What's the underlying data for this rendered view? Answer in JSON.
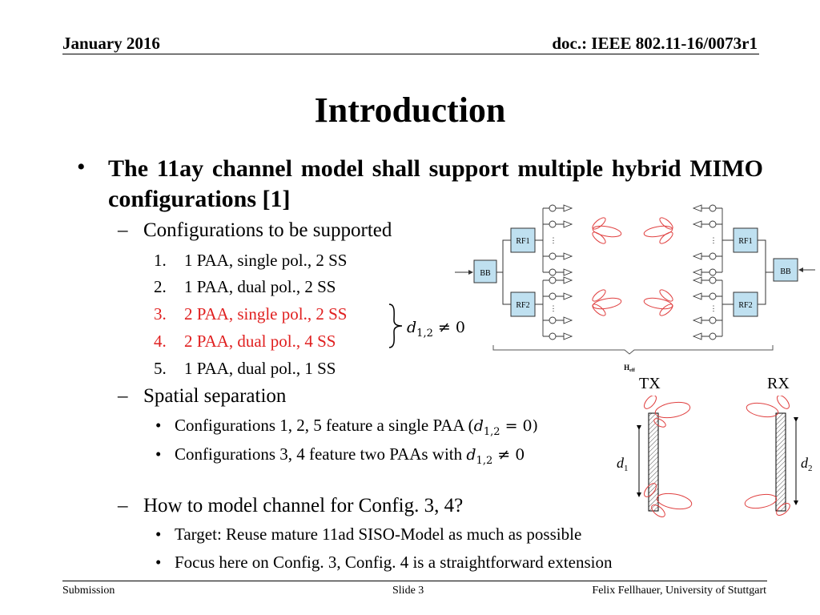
{
  "header": {
    "date": "January 2016",
    "doc": "doc.: IEEE 802.11-16/0073r1"
  },
  "title": "Introduction",
  "bullet_main": "The 11ay channel model shall support multiple hybrid MIMO configurations [1]",
  "configs": {
    "heading": "Configurations to be supported",
    "items": [
      {
        "num": "1.",
        "text": "1 PAA, single pol., 2 SS"
      },
      {
        "num": "2.",
        "text": "1 PAA, dual pol., 2 SS"
      },
      {
        "num": "3.",
        "text": "2 PAA, single pol., 2 SS"
      },
      {
        "num": "4.",
        "text": "2 PAA, dual pol., 4 SS"
      },
      {
        "num": "5.",
        "text": "1 PAA, dual pol., 1 SS"
      }
    ],
    "brace_label_var": "d",
    "brace_label_sub": "1,2",
    "brace_label_rel": " ≠ 0"
  },
  "spatial": {
    "heading": "Spatial separation",
    "item1_text": "Configurations 1, 2, 5 feature a single PAA (",
    "item1_var": "d",
    "item1_sub": "1,2",
    "item1_rel": " = 0)",
    "item2_text": "Configurations 3, 4 feature two PAAs with ",
    "item2_var": "d",
    "item2_sub": "1,2",
    "item2_rel": " ≠ 0"
  },
  "model": {
    "heading": "How to model channel for Config. 3, 4?",
    "items": [
      "Target: Reuse mature 11ad SISO-Model as much as possible",
      "Focus here on Config. 3, Config. 4 is a straightforward extension"
    ]
  },
  "diagram": {
    "bb_left": "BB",
    "bb_right": "BB",
    "rf1_left": "RF1",
    "rf2_left": "RF2",
    "rf1_right": "RF1",
    "rf2_right": "RF2",
    "heff_main": "H",
    "heff_sub": "eff"
  },
  "array_figure": {
    "tx_label": "TX",
    "rx_label": "RX",
    "d1_var": "d",
    "d1_sub": "1",
    "d2_var": "d",
    "d2_sub": "2"
  },
  "footer": {
    "left": "Submission",
    "center": "Slide 3",
    "right": "Felix Fellhauer, University of Stuttgart"
  },
  "colors": {
    "highlight": "#e02020",
    "rf_box": "#bfe0f0",
    "lobe": "#e04040"
  }
}
